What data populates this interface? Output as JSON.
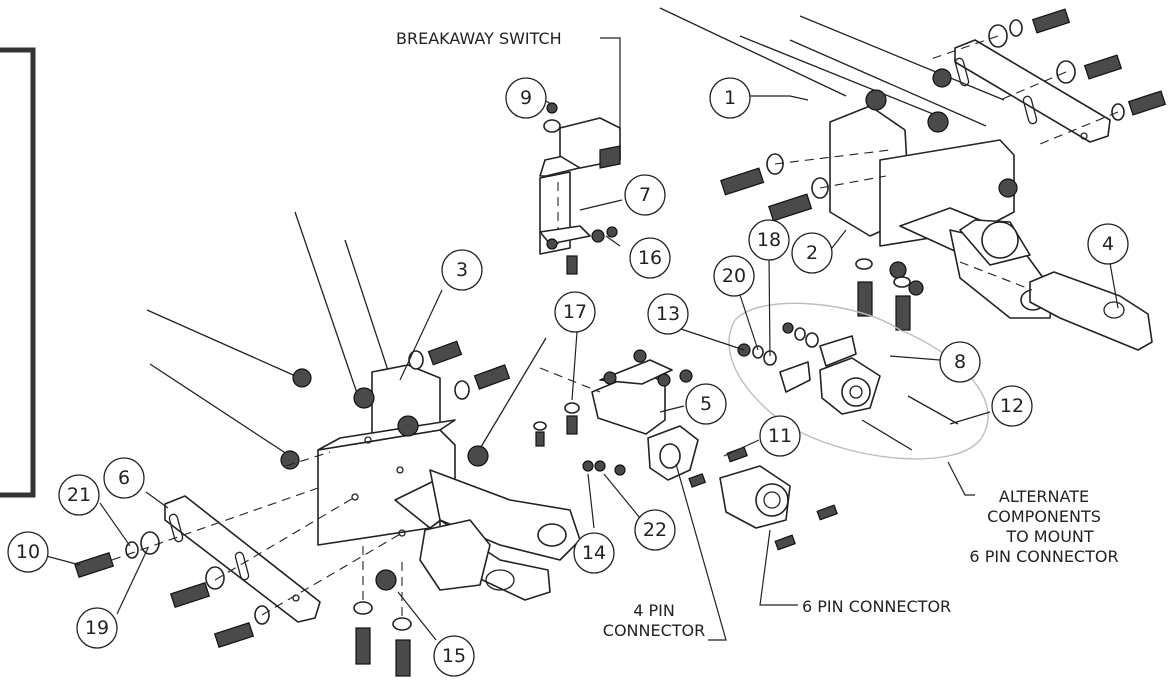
{
  "labels": {
    "breakaway_switch": "BREAKAWAY SWITCH",
    "four_pin_line1": "4 PIN",
    "four_pin_line2": "CONNECTOR",
    "six_pin": "6 PIN CONNECTOR",
    "alternate_line1": "ALTERNATE",
    "alternate_line2": "COMPONENTS",
    "alternate_line3": "TO MOUNT",
    "alternate_line4": "6 PIN CONNECTOR"
  },
  "callouts": [
    "1",
    "2",
    "3",
    "4",
    "5",
    "6",
    "7",
    "8",
    "9",
    "10",
    "11",
    "12",
    "13",
    "14",
    "15",
    "16",
    "17",
    "18",
    "19",
    "20",
    "21",
    "22"
  ]
}
